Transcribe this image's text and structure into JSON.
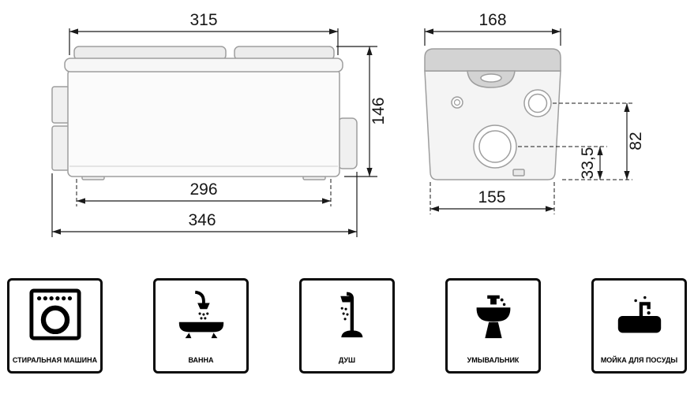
{
  "diagram": {
    "side_view": {
      "top_width": "315",
      "height": "146",
      "base_width": "296",
      "overall_length": "346"
    },
    "front_view": {
      "top_width": "168",
      "base_width": "155",
      "outlet_height": "33,5",
      "inlet_height": "82"
    }
  },
  "applications": [
    {
      "label": "СТИРАЛЬНАЯ МАШИНА"
    },
    {
      "label": "ВАННА"
    },
    {
      "label": "ДУШ"
    },
    {
      "label": "УМЫВАЛЬНИК"
    },
    {
      "label": "МОЙКА ДЛЯ ПОСУДЫ"
    }
  ]
}
